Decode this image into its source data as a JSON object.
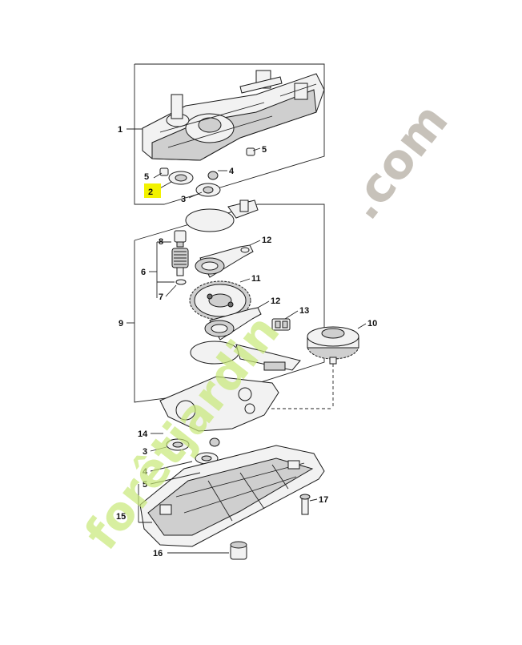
{
  "diagram": {
    "callouts": [
      {
        "id": "c1",
        "text": "1"
      },
      {
        "id": "c2",
        "text": "2"
      },
      {
        "id": "c3a",
        "text": "3"
      },
      {
        "id": "c4a",
        "text": "4"
      },
      {
        "id": "c5a",
        "text": "5"
      },
      {
        "id": "c5b",
        "text": "5"
      },
      {
        "id": "c6",
        "text": "6"
      },
      {
        "id": "c7",
        "text": "7"
      },
      {
        "id": "c8",
        "text": "8"
      },
      {
        "id": "c9",
        "text": "9"
      },
      {
        "id": "c10",
        "text": "10"
      },
      {
        "id": "c11",
        "text": "11"
      },
      {
        "id": "c12a",
        "text": "12"
      },
      {
        "id": "c12b",
        "text": "12"
      },
      {
        "id": "c13",
        "text": "13"
      },
      {
        "id": "c14",
        "text": "14"
      },
      {
        "id": "c3b",
        "text": "3"
      },
      {
        "id": "c4b",
        "text": "4"
      },
      {
        "id": "c5c",
        "text": "5"
      },
      {
        "id": "c15",
        "text": "15"
      },
      {
        "id": "c16",
        "text": "16"
      },
      {
        "id": "c17",
        "text": "17"
      }
    ],
    "highlight_color": "#f2f200"
  },
  "watermarks": {
    "left": "forêtjardin",
    "right": ".com"
  }
}
